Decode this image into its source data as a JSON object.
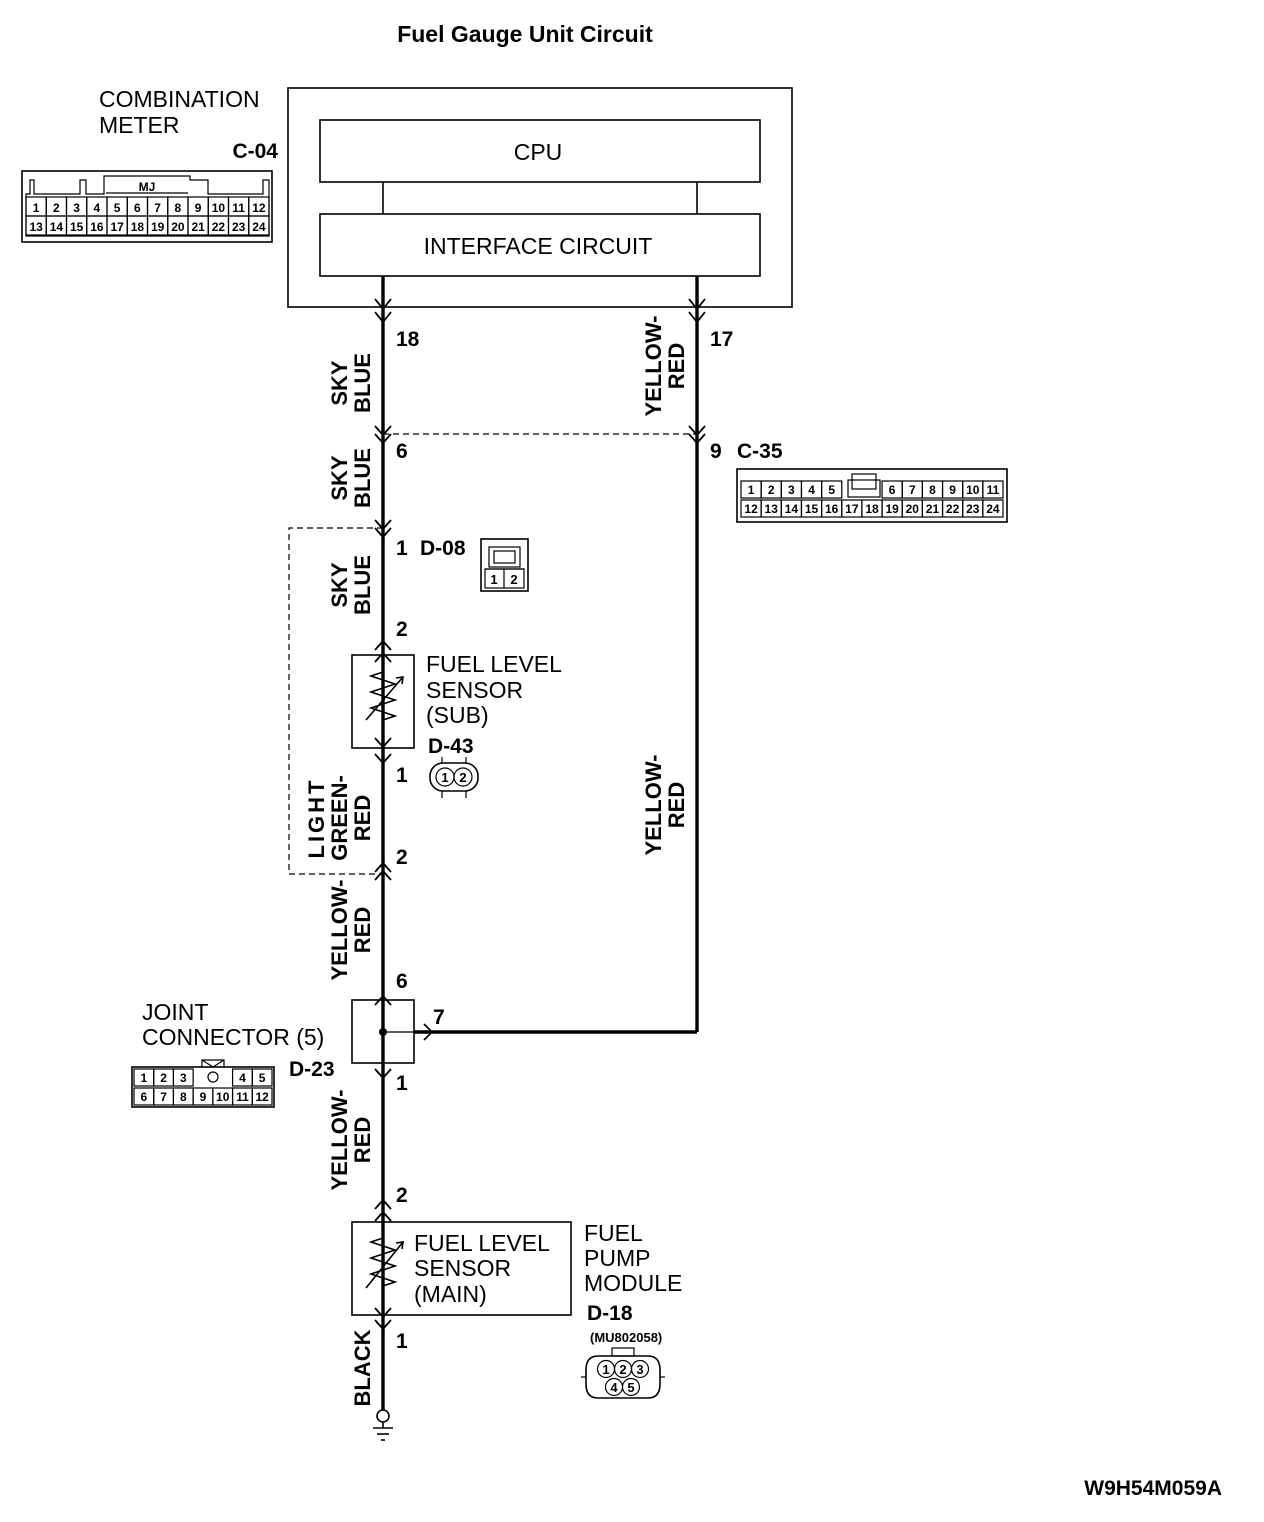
{
  "title": "Fuel Gauge Unit Circuit",
  "figure_code": "W9H54M059A",
  "combination_meter": {
    "label_lines": [
      "COMBINATION",
      "METER"
    ],
    "connector": "C-04",
    "cpu_label": "CPU",
    "interface_label": "INTERFACE CIRCUIT",
    "pins_row1": [
      "1",
      "2",
      "3",
      "4",
      "5",
      "6",
      "7",
      "8",
      "9",
      "10",
      "11",
      "12"
    ],
    "pins_row2": [
      "13",
      "14",
      "15",
      "16",
      "17",
      "18",
      "19",
      "20",
      "21",
      "22",
      "23",
      "24"
    ],
    "tag": "MJ"
  },
  "pins": {
    "meter_left": "18",
    "meter_right": "17",
    "c35_left": "6",
    "c35_right": "9",
    "d08_top": "1",
    "d08_bottom": "2",
    "d43_bottom": "1",
    "sub_bottom": "2",
    "joint_top": "6",
    "joint_right": "7",
    "joint_bottom": "1",
    "main_top": "2",
    "main_bottom": "1"
  },
  "wires": {
    "w1": [
      "SKY",
      "BLUE"
    ],
    "w2": [
      "YELLOW-",
      "RED"
    ],
    "w3": [
      "SKY",
      "BLUE"
    ],
    "w4": [
      "SKY",
      "BLUE"
    ],
    "w5": [
      "LIGHT",
      "GREEN-",
      "RED"
    ],
    "w6": [
      "YELLOW-",
      "RED"
    ],
    "w7": [
      "YELLOW-",
      "RED"
    ],
    "w8": [
      "YELLOW-",
      "RED"
    ],
    "w9": [
      "BLACK"
    ]
  },
  "c35": {
    "connector": "C-35",
    "pins_row1": [
      "1",
      "2",
      "3",
      "4",
      "5",
      "6",
      "7",
      "8",
      "9",
      "10",
      "11"
    ],
    "pins_row2": [
      "12",
      "13",
      "14",
      "15",
      "16",
      "17",
      "18",
      "19",
      "20",
      "21",
      "22",
      "23",
      "24"
    ]
  },
  "d08": {
    "connector": "D-08",
    "pins": [
      "1",
      "2"
    ]
  },
  "sub_sensor": {
    "label_lines": [
      "FUEL LEVEL",
      "SENSOR",
      "(SUB)"
    ],
    "connector": "D-43",
    "pins": [
      "1",
      "2"
    ]
  },
  "joint": {
    "label_lines": [
      "JOINT",
      "CONNECTOR (5)"
    ],
    "connector": "D-23",
    "pins_row1": [
      "1",
      "2",
      "3",
      "4",
      "5"
    ],
    "pins_row2": [
      "6",
      "7",
      "8",
      "9",
      "10",
      "11",
      "12"
    ]
  },
  "main_sensor": {
    "label_lines": [
      "FUEL LEVEL",
      "SENSOR",
      "(MAIN)"
    ]
  },
  "pump_module": {
    "label_lines": [
      "FUEL",
      "PUMP",
      "MODULE"
    ],
    "connector": "D-18",
    "part_no": "(MU802058)",
    "pins": [
      "1",
      "2",
      "3",
      "4",
      "5"
    ]
  }
}
